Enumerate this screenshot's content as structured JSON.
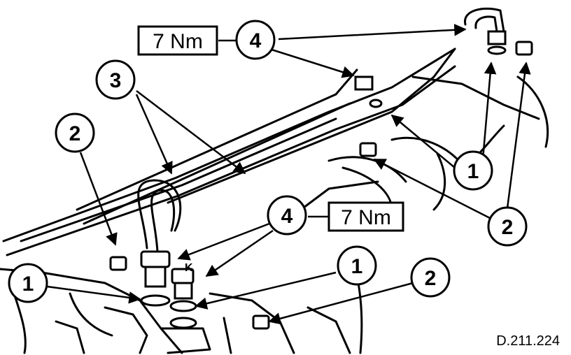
{
  "callouts": {
    "c4_top": "4",
    "c3": "3",
    "c2_left": "2",
    "c1_right": "1",
    "c2_right": "2",
    "c4_mid": "4",
    "c1_left": "1",
    "c1_mid": "1",
    "c2_bottom": "2"
  },
  "torque": {
    "top": "7 Nm",
    "mid": "7 Nm"
  },
  "part_mark": "K",
  "reference": "D.211.224"
}
